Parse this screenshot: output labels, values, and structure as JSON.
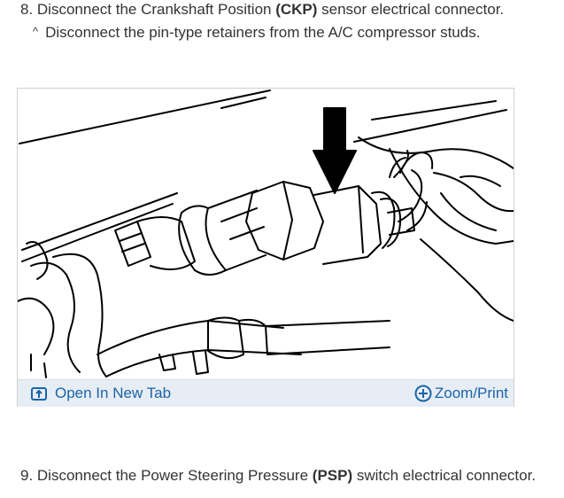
{
  "step8": {
    "prefix": "8. Disconnect the Crankshaft Position ",
    "bold": "(CKP)",
    "suffix": " sensor electrical connector."
  },
  "note": {
    "caret": "^",
    "text": "Disconnect the pin-type retainers from the A/C compressor studs."
  },
  "figure_toolbar": {
    "open_label": "Open In New Tab",
    "zoom_label": "Zoom/Print",
    "link_color": "#1b64a8"
  },
  "step9": {
    "prefix": "9. Disconnect the Power Steering Pressure ",
    "bold": "(PSP)",
    "suffix": " switch electrical connector."
  }
}
